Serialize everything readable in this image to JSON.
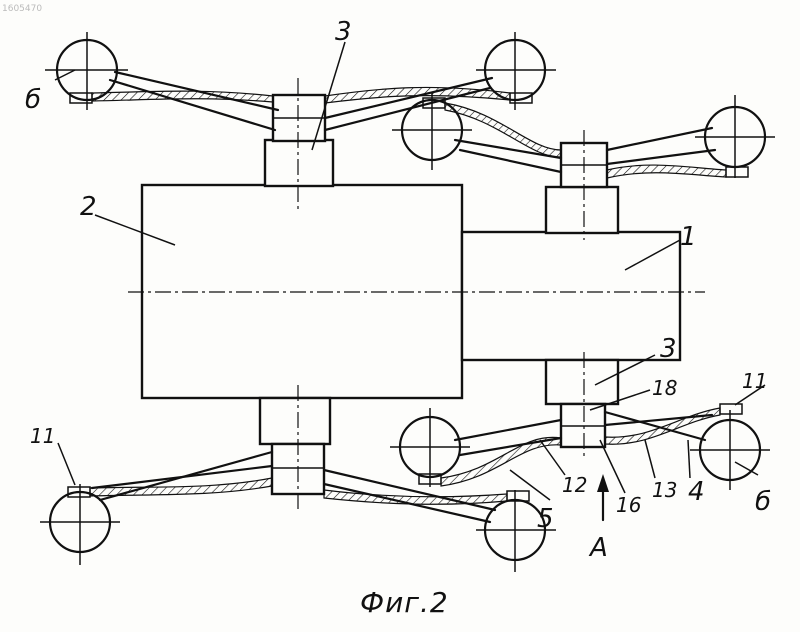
{
  "watermark": "1605470",
  "caption": "Фиг.2",
  "labels": {
    "l1": "1",
    "l2": "2",
    "l3_top": "3",
    "l3_right": "3",
    "l4": "4",
    "l5": "5",
    "l6_tl": "б",
    "l6_br": "б",
    "l11_l": "11",
    "l11_r": "11",
    "l12": "12",
    "l13": "13",
    "l16": "16",
    "l18": "18",
    "lA": "A"
  }
}
